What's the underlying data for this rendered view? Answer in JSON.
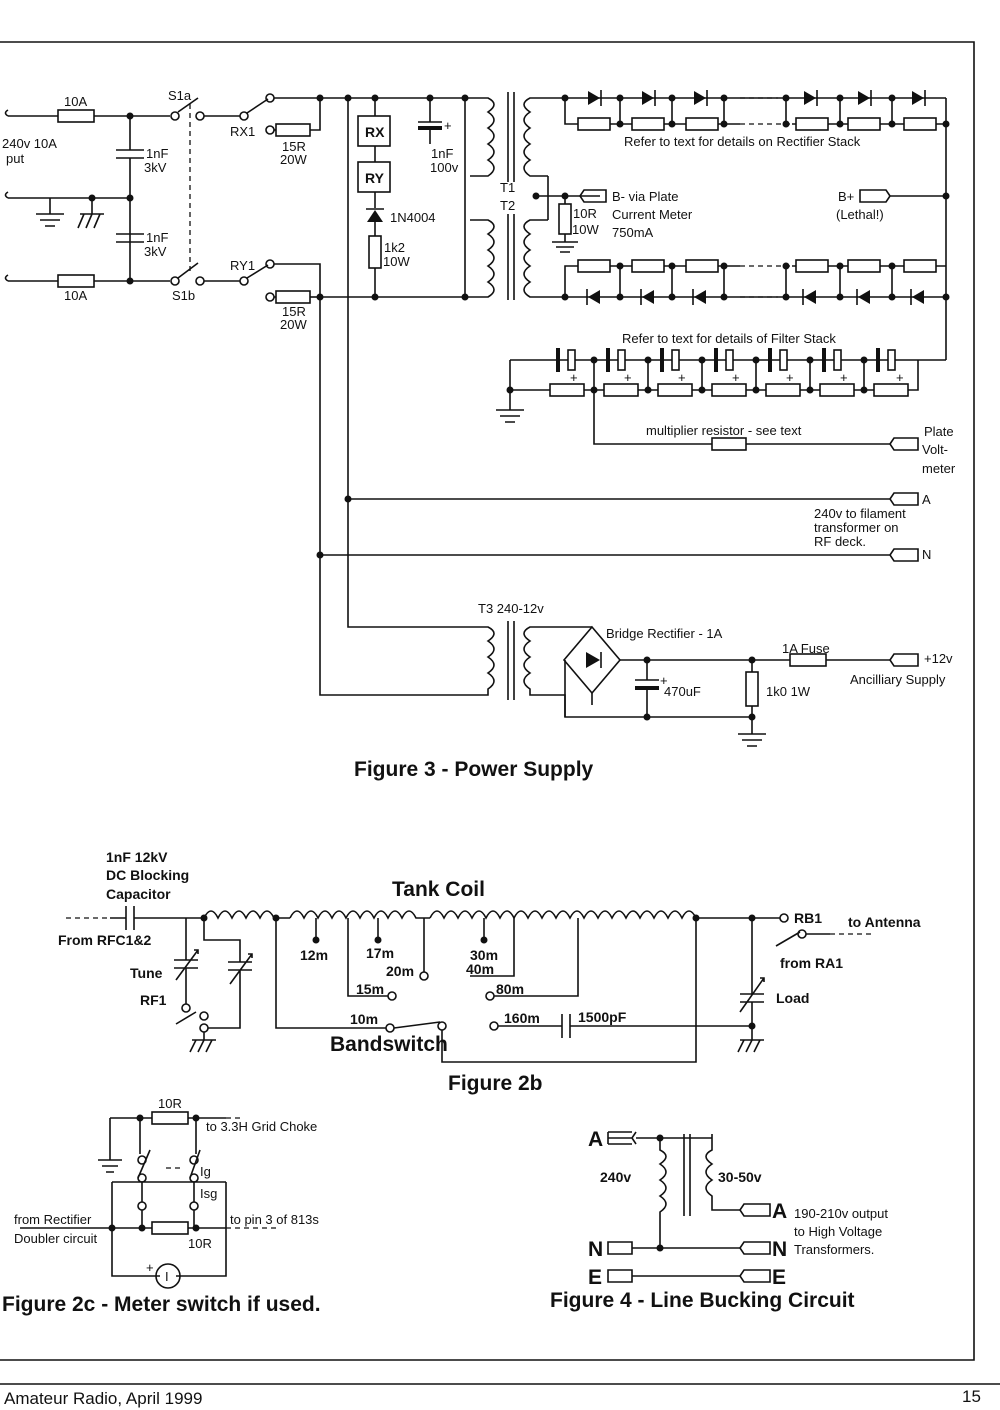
{
  "page": {
    "footer_left": "Amateur Radio, April 1999",
    "page_number": "15"
  },
  "fig3": {
    "caption": "Figure 3 - Power Supply",
    "input_label_1": "240v 10A",
    "input_label_2": "put",
    "fuse_top": "10A",
    "fuse_bottom": "10A",
    "cap1_a": "1nF",
    "cap1_b": "3kV",
    "cap2_a": "1nF",
    "cap2_b": "3kV",
    "s1a": "S1a",
    "s1b": "S1b",
    "rx1": "RX1",
    "ry1": "RY1",
    "r15a_a": "15R",
    "r15a_b": "20W",
    "r15b_a": "15R",
    "r15b_b": "20W",
    "rx": "RX",
    "ry": "RY",
    "cap_1nf_a": "1nF",
    "cap_1nf_b": "100v",
    "diode": "1N4004",
    "r1k2_a": "1k2",
    "r1k2_b": "10W",
    "t1": "T1",
    "t2": "T2",
    "rect_note": "Refer to text for details on Rectifier Stack",
    "bminus_1": "B- via Plate",
    "bminus_2": "Current Meter",
    "bminus_3": "750mA",
    "r10_a": "10R",
    "r10_b": "10W",
    "bplus_1": "B+",
    "bplus_2": "(Lethal!)",
    "filter_note": "Refer to text for details of Filter Stack",
    "mult_note": "multiplier resistor - see text",
    "pv_1": "Plate",
    "pv_2": "Volt-",
    "pv_3": "meter",
    "fil_a": "A",
    "fil_n": "N",
    "fil_1": "240v to filament",
    "fil_2": "transformer on",
    "fil_3": "RF deck.",
    "t3": "T3 240-12v",
    "bridge": "Bridge Rectifier - 1A",
    "fuse1a": "1A Fuse",
    "c470": "470uF",
    "r1k0": "1k0 1W",
    "plus12": "+12v",
    "anc": "Ancilliary Supply"
  },
  "fig2b": {
    "caption": "Figure 2b",
    "tank": "Tank Coil",
    "block_1": "1nF 12kV",
    "block_2": "DC Blocking",
    "block_3": "Capacitor",
    "from_rfc": "From RFC1&2",
    "tune": "Tune",
    "rf1": "RF1",
    "b12m": "12m",
    "b17m": "17m",
    "b20m": "20m",
    "b30m": "30m",
    "b40m": "40m",
    "b15m": "15m",
    "b80m": "80m",
    "b10m": "10m",
    "b160m": "160m",
    "c1500": "1500pF",
    "bandswitch": "Bandswitch",
    "rb1": "RB1",
    "to_ant": "to Antenna",
    "from_ra1": "from RA1",
    "load": "Load"
  },
  "fig2c": {
    "caption": "Figure 2c - Meter switch if used.",
    "r10_top": "10R",
    "r10_bot": "10R",
    "choke": "to 3.3H Grid Choke",
    "ig": "Ig",
    "isg": "Isg",
    "from_rect_1": "from Rectifier",
    "from_rect_2": "Doubler circuit",
    "to_pin": "to pin 3 of 813s",
    "meter": "I",
    "plus": "+"
  },
  "fig4": {
    "caption": "Figure 4 - Line Bucking Circuit",
    "a_left": "A",
    "n_left": "N",
    "e_left": "E",
    "v240": "240v",
    "v3050": "30-50v",
    "a_right": "A",
    "n_right": "N",
    "e_right": "E",
    "out_1": "190-210v output",
    "out_2": "to High Voltage",
    "out_3": "Transformers."
  }
}
